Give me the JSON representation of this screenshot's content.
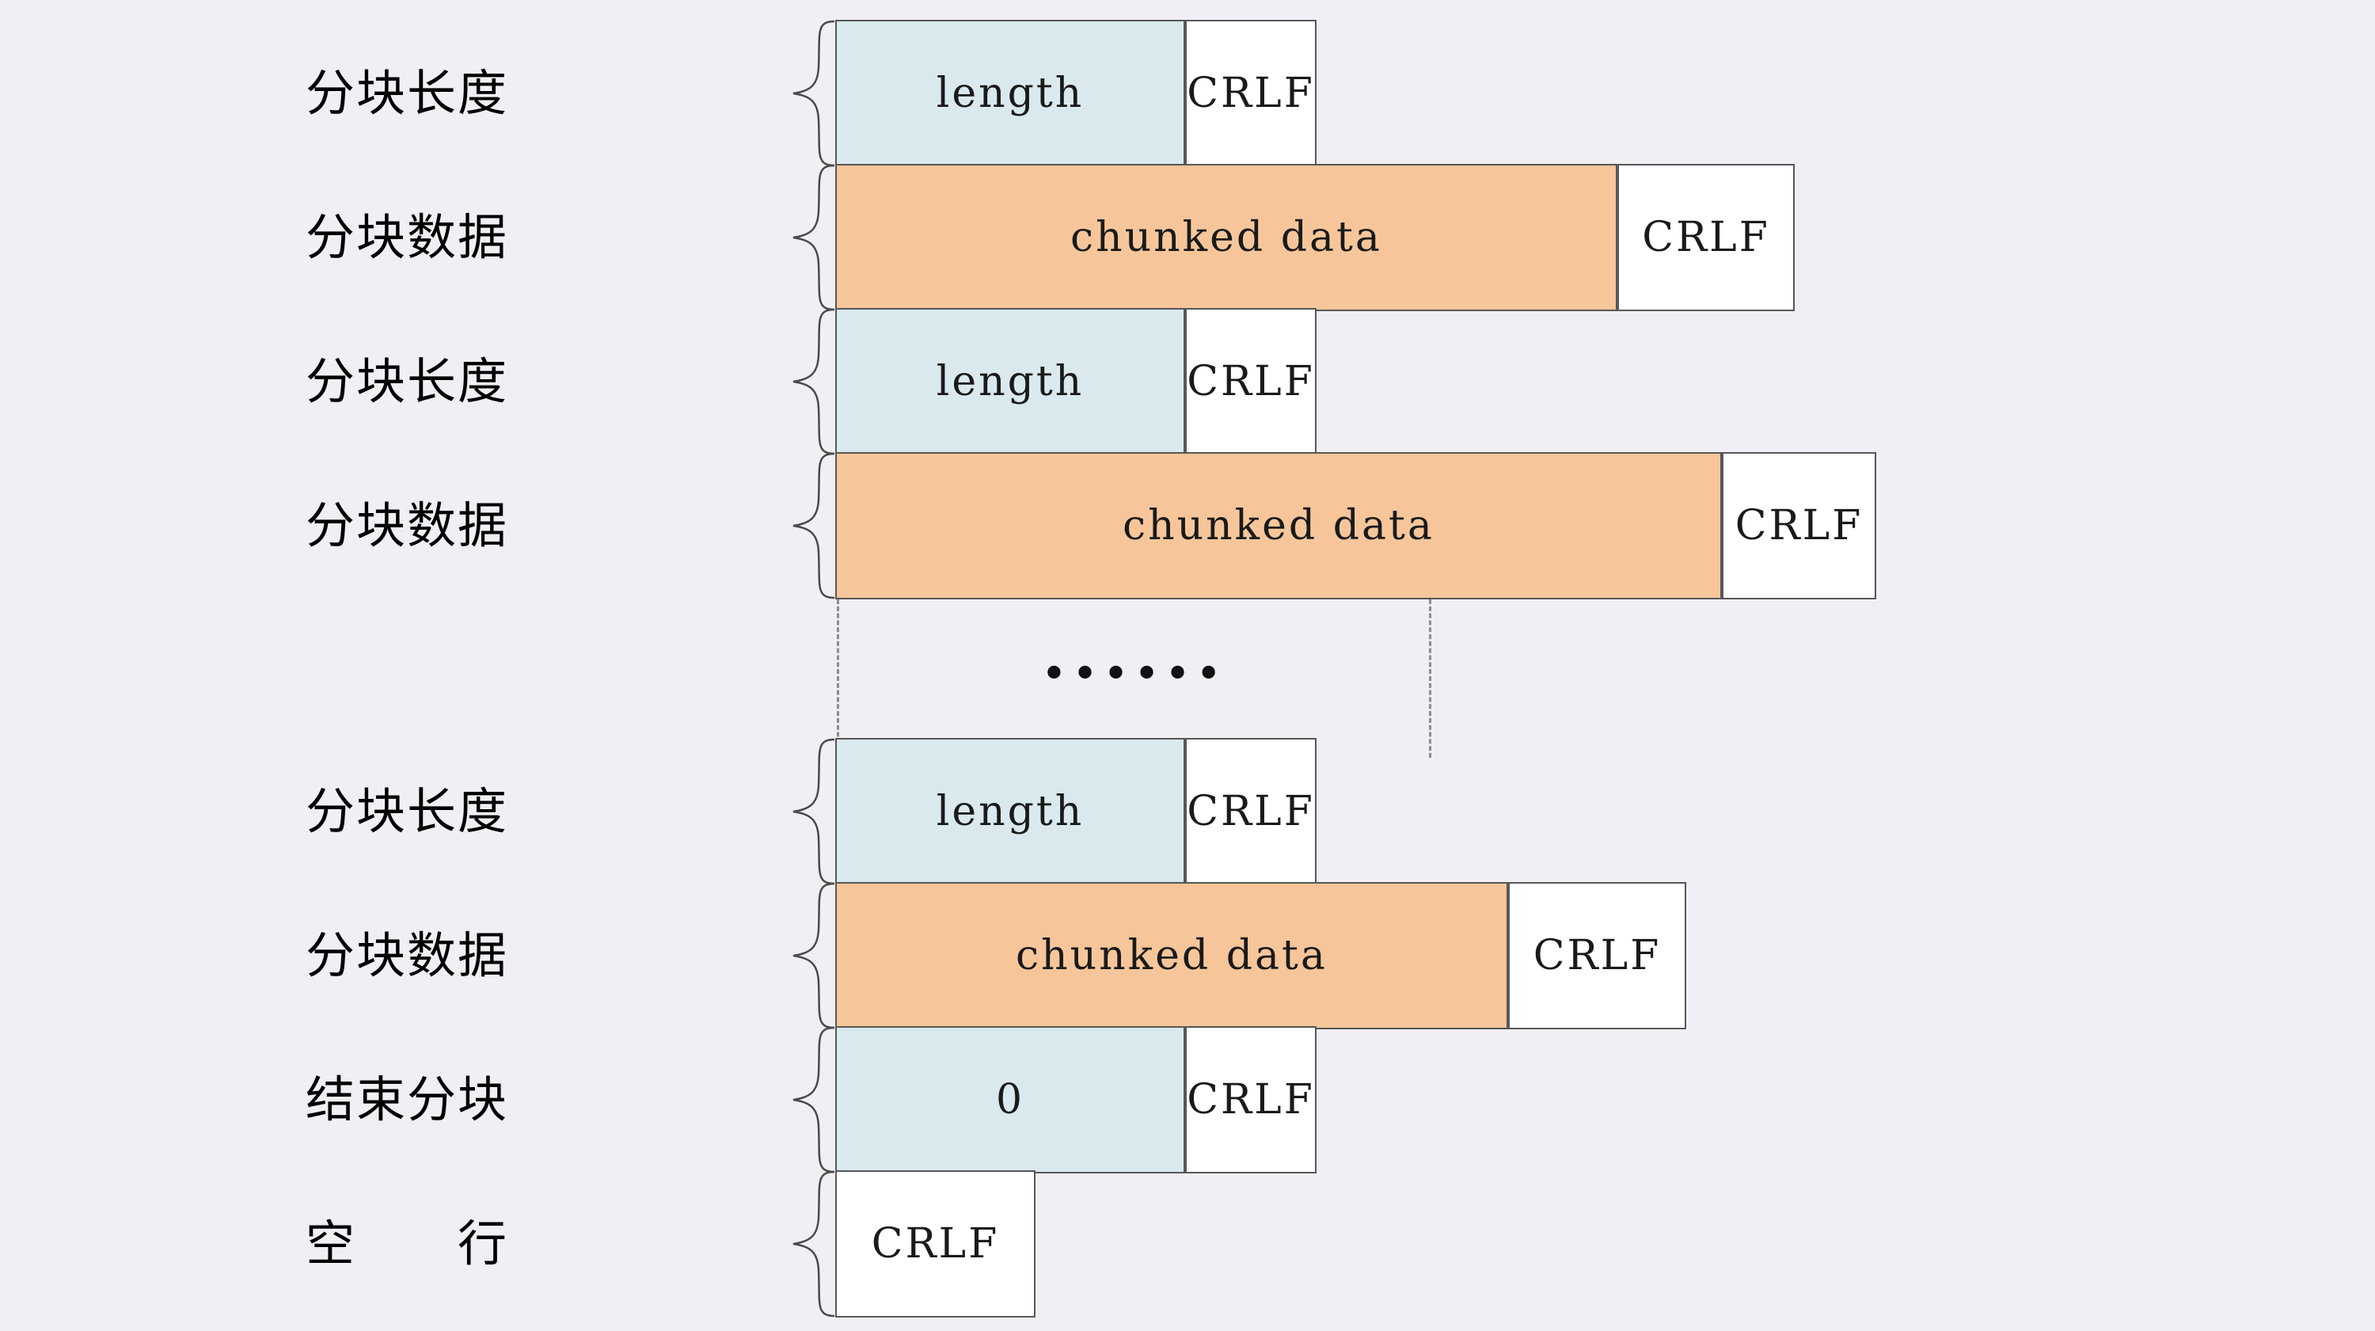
{
  "diagram": {
    "title": "HTTP chunked transfer encoding body structure",
    "background_color": "#f1eff4",
    "colors": {
      "length_fill": "#d9e9ee",
      "data_fill": "#f6c69a",
      "crlf_fill": "#ffffff",
      "stroke": "#575857",
      "dash": "#8d8a92",
      "text": "#111111"
    },
    "ellipsis": "••••••",
    "rows": [
      {
        "label": "分块长度",
        "cells": [
          {
            "text": "length",
            "kind": "len"
          },
          {
            "text": "CRLF",
            "kind": "crlf"
          }
        ]
      },
      {
        "label": "分块数据",
        "cells": [
          {
            "text": "chunked data",
            "kind": "data"
          },
          {
            "text": "CRLF",
            "kind": "crlf"
          }
        ]
      },
      {
        "label": "分块长度",
        "cells": [
          {
            "text": "length",
            "kind": "len"
          },
          {
            "text": "CRLF",
            "kind": "crlf"
          }
        ]
      },
      {
        "label": "分块数据",
        "cells": [
          {
            "text": "chunked data",
            "kind": "data"
          },
          {
            "text": "CRLF",
            "kind": "crlf"
          }
        ]
      },
      {
        "label": "分块长度",
        "cells": [
          {
            "text": "length",
            "kind": "len"
          },
          {
            "text": "CRLF",
            "kind": "crlf"
          }
        ]
      },
      {
        "label": "分块数据",
        "cells": [
          {
            "text": "chunked data",
            "kind": "data"
          },
          {
            "text": "CRLF",
            "kind": "crlf"
          }
        ]
      },
      {
        "label": "结束分块",
        "cells": [
          {
            "text": "0",
            "kind": "len"
          },
          {
            "text": "CRLF",
            "kind": "crlf"
          }
        ]
      },
      {
        "label": "空　　行",
        "cells": [
          {
            "text": "CRLF",
            "kind": "crlf"
          }
        ]
      }
    ]
  }
}
